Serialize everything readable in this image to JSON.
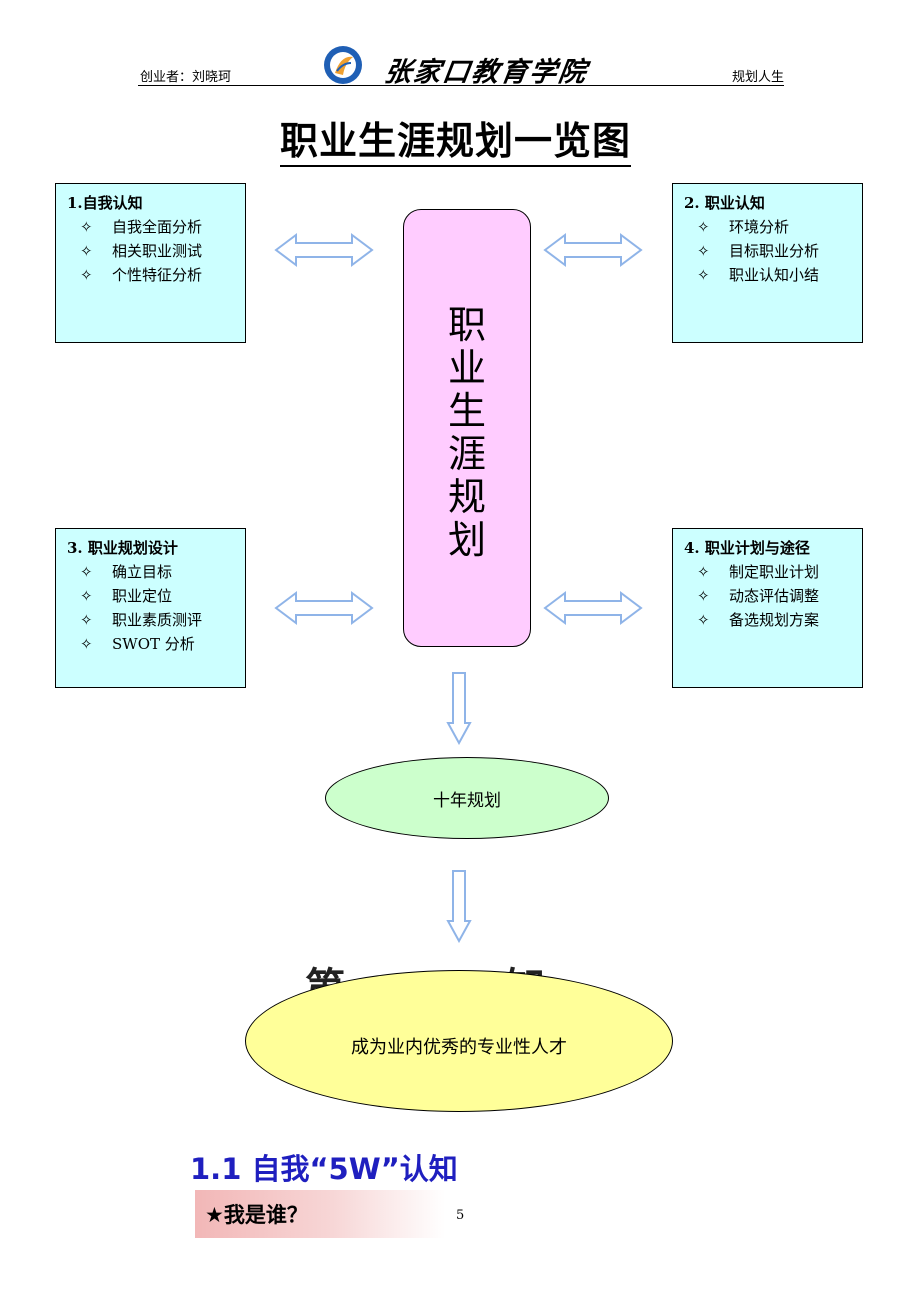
{
  "header": {
    "author": "创业者：刘晓珂",
    "school_name": "张家口教育学院",
    "right_text": "规划人生"
  },
  "title": "职业生涯规划一览图",
  "boxes": [
    {
      "title": "1.自我认知",
      "items": [
        "自我全面分析",
        "相关职业测试",
        "个性特征分析"
      ]
    },
    {
      "title": "2. 职业认知",
      "items": [
        "环境分析",
        "目标职业分析",
        "职业认知小结"
      ]
    },
    {
      "title": "3. 职业规划设计",
      "items": [
        "确立目标",
        "职业定位",
        "职业素质测评",
        "SWOT 分析"
      ]
    },
    {
      "title": "4. 职业计划与途径",
      "items": [
        "制定职业计划",
        "动态评估调整",
        "备选规划方案"
      ]
    }
  ],
  "bullet_symbol": "✧",
  "center": [
    "职",
    "业",
    "生",
    "涯",
    "规",
    "划"
  ],
  "ten_year": "十年规划",
  "hidden_behind": "第…………知",
  "goal": "成为业内优秀的专业性人才",
  "section_heading": "1.1 自我“5W”认知",
  "whoami": "★我是谁？",
  "page_number": "5",
  "colors": {
    "box_fill": "#ccffff",
    "center_fill": "#ffccff",
    "green_ellipse": "#ccffcc",
    "yellow_ellipse": "#ffff99",
    "heading_blue": "#1f1fbf",
    "arrow_stroke": "#8fb4e8"
  }
}
